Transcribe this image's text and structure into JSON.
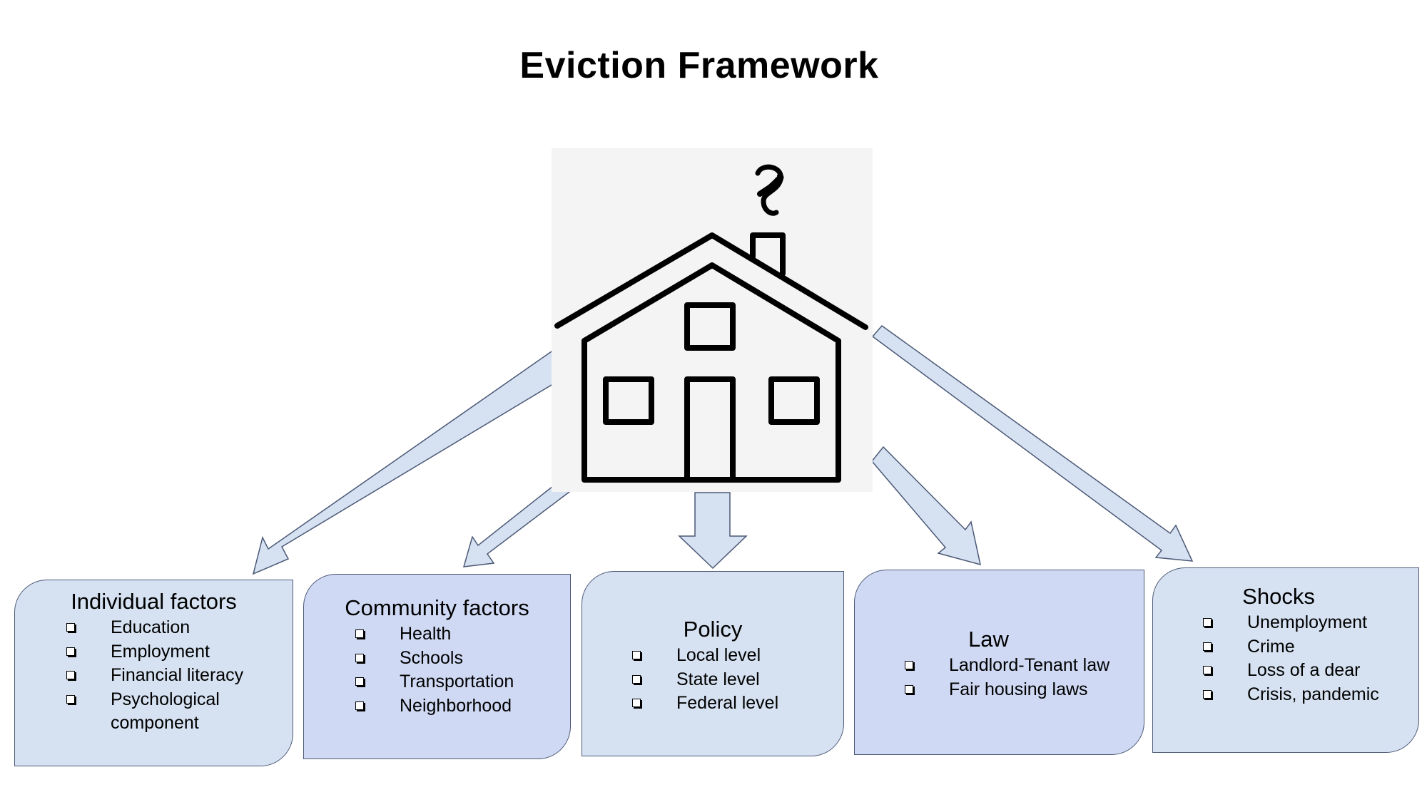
{
  "title": "Eviction Framework",
  "colors": {
    "box_light": "#d6e2f2",
    "box_medium": "#cfd9f3",
    "arrow_fill": "#d6e2f2",
    "arrow_stroke": "#4b5875",
    "house_background": "#f4f4f4",
    "house_stroke": "#000000"
  },
  "icons": {
    "center": "house-icon",
    "bullet": "checkbox-square-icon"
  },
  "boxes": [
    {
      "heading": "Individual factors",
      "items": [
        "Education",
        "Employment",
        "Financial literacy",
        "Psychological\ncomponent"
      ]
    },
    {
      "heading": "Community factors",
      "items": [
        "Health",
        "Schools",
        "Transportation",
        "Neighborhood"
      ]
    },
    {
      "heading": "Policy",
      "items": [
        "Local level",
        "State level",
        "Federal level"
      ]
    },
    {
      "heading": "Law",
      "items": [
        "Landlord-Tenant law",
        "Fair housing laws"
      ]
    },
    {
      "heading": "Shocks",
      "items": [
        "Unemployment",
        "Crime",
        "Loss of a dear",
        "Crisis, pandemic"
      ]
    }
  ]
}
